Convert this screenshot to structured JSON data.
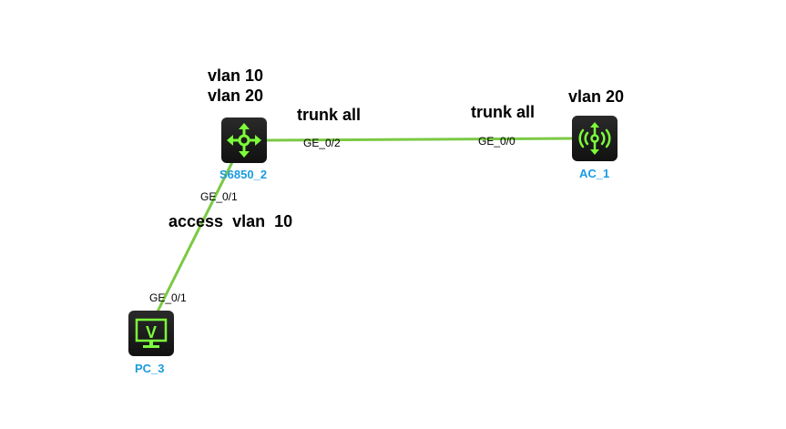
{
  "colors": {
    "link": "#7ac943",
    "icon": "#7cfc3a",
    "device_name": "#1a9be0"
  },
  "devices": {
    "switch": {
      "name": "S6850_2",
      "icon": "switch-icon",
      "vlan_lines": [
        "vlan 10",
        "vlan 20"
      ]
    },
    "ac": {
      "name": "AC_1",
      "icon": "wireless-ap-icon",
      "vlan_line": "vlan 20"
    },
    "pc": {
      "name": "PC_3",
      "icon": "pc-monitor-icon"
    }
  },
  "links": [
    {
      "from": "S6850_2",
      "from_port": "GE_0/2",
      "to": "AC_1",
      "to_port": "GE_0/0",
      "from_note": "trunk all",
      "to_note": "trunk all"
    },
    {
      "from": "S6850_2",
      "from_port": "GE_0/1",
      "to": "PC_3",
      "to_port": "GE_0/1",
      "note": "access  vlan  10"
    }
  ]
}
